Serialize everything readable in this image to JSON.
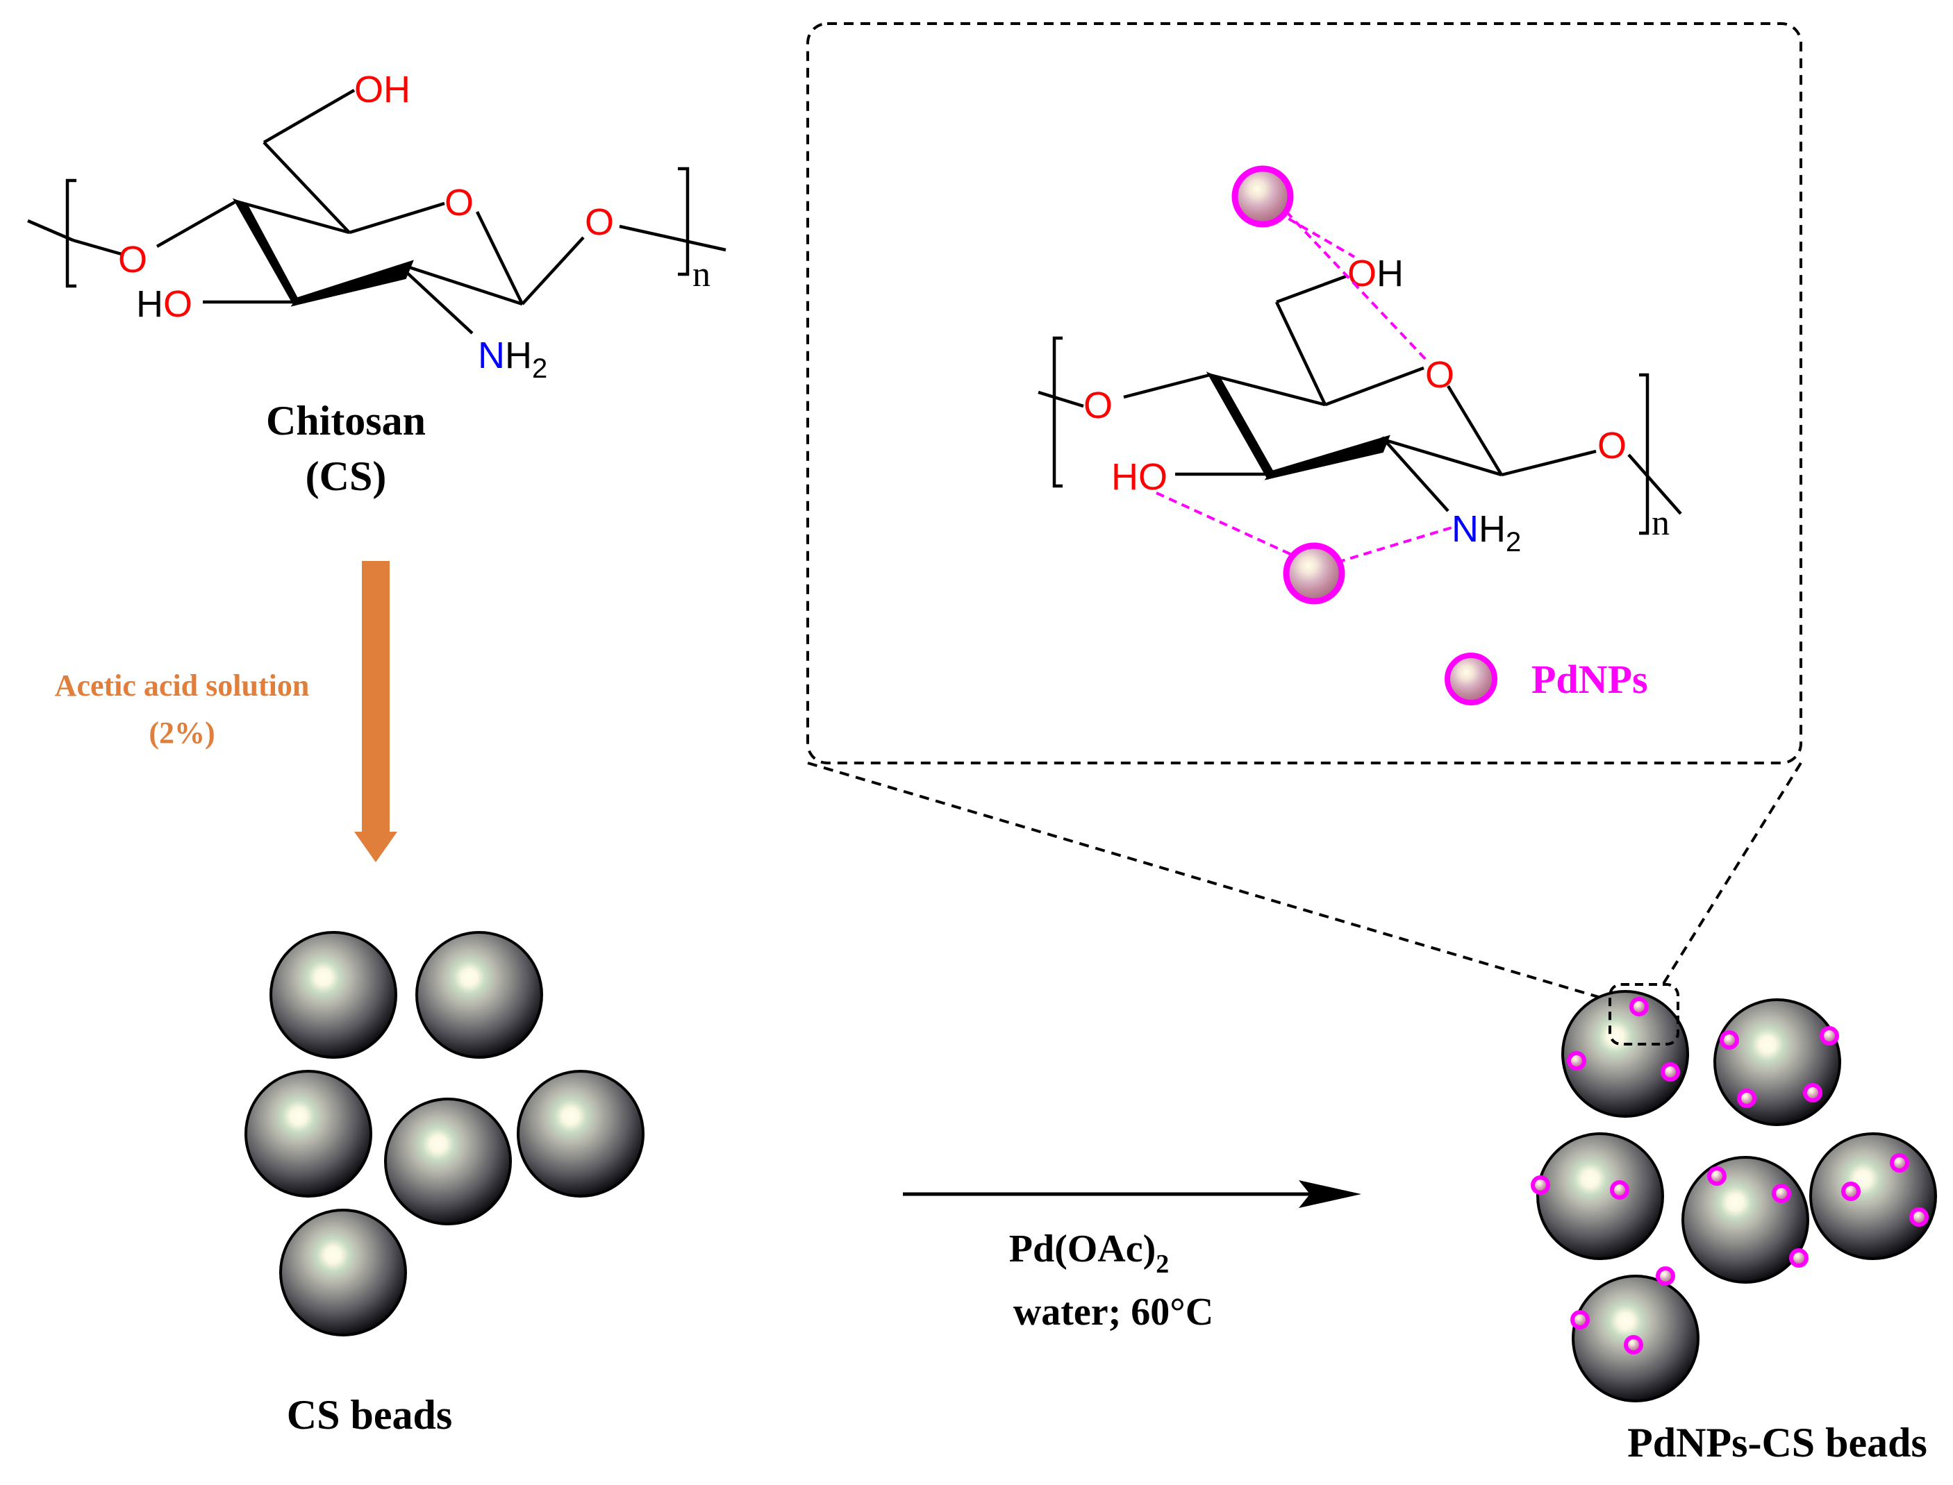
{
  "colors": {
    "oxygen": "#ff0000",
    "nitrogen": "#0000ff",
    "bond": "#000000",
    "arrow_down": "#e07f3c",
    "pd": "#ff00ff",
    "reagent_text": "#e07f3c"
  },
  "chitosan": {
    "title_line1": "Chitosan",
    "title_line2": "(CS)",
    "atoms": {
      "oh_top": "OH",
      "o_ring": "O",
      "o_left": "O",
      "o_right": "O",
      "ho": "HO",
      "nh2_N": "N",
      "nh2_H": "H",
      "nh2_sub": "2",
      "n_repeat": "n"
    }
  },
  "step1": {
    "reagent_line1": "Acetic acid solution",
    "reagent_line2": "(2%)"
  },
  "cs_beads_label": "CS beads",
  "step2": {
    "reagent_main": "Pd(OAc)",
    "reagent_sub": "2",
    "condition": "water; 60°C"
  },
  "pd_beads_label": "PdNPs-CS beads",
  "inset": {
    "legend_label": "PdNPs",
    "atoms": {
      "oh_top": "OH",
      "o_ring": "O",
      "o_left": "O",
      "o_right": "O",
      "ho": "HO",
      "nh2_N": "N",
      "nh2_H": "H",
      "nh2_sub": "2",
      "n_repeat": "n"
    }
  }
}
